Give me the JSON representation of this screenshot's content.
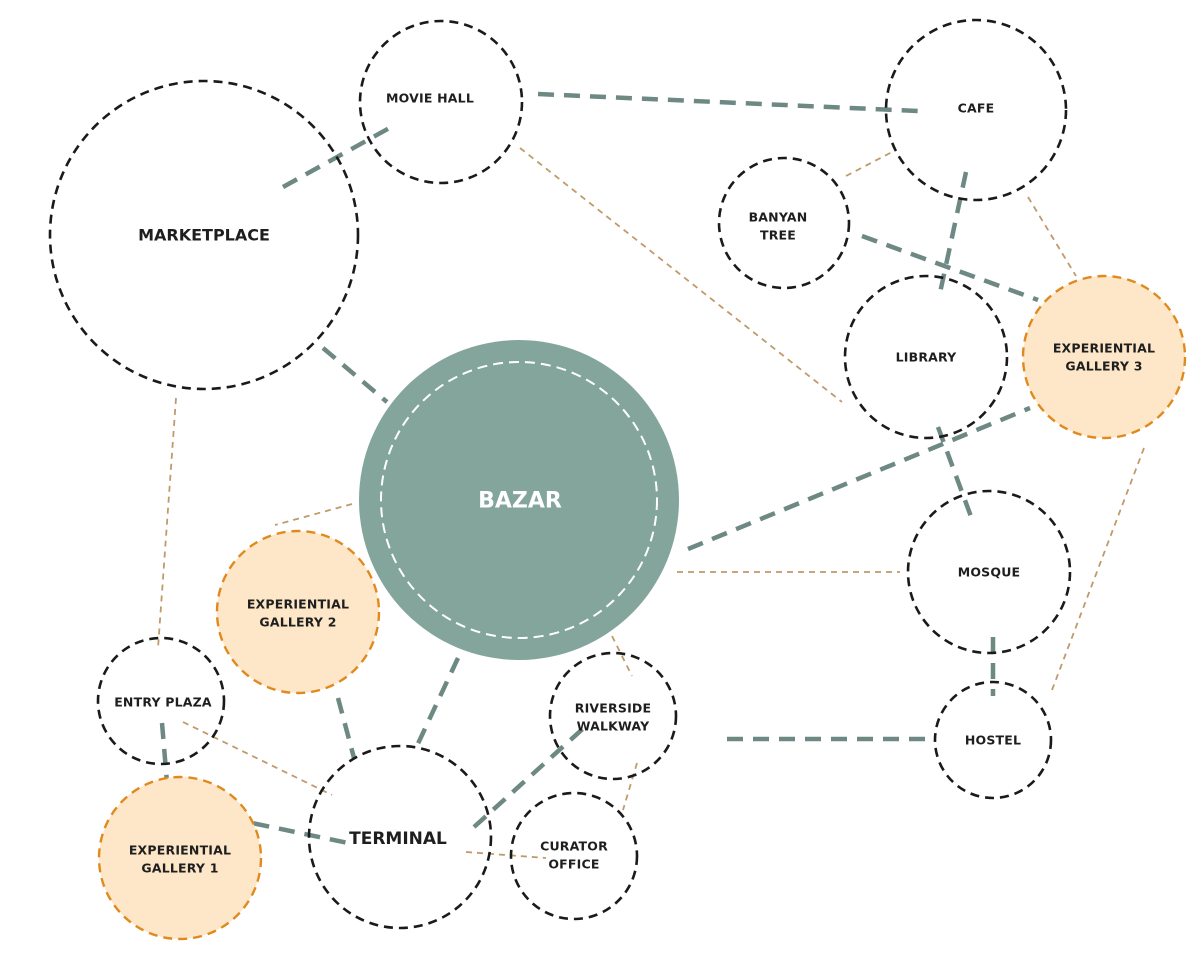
{
  "title": "Bubble diagram",
  "colors": {
    "node_stroke": "#1a1a1a",
    "gallery_fill": "#fde7c8",
    "gallery_stroke": "#e08a1e",
    "hub_fill": "#83a59c",
    "hub_inner_stroke": "#ffffff",
    "strong_link": "#6e8984",
    "weak_link": "#c09a6b"
  },
  "nodes": {
    "bazar": {
      "label": "BAZAR",
      "type": "hub"
    },
    "marketplace": {
      "label": "MARKETPLACE",
      "type": "space"
    },
    "movie_hall": {
      "label": "MOVIE HALL",
      "type": "space"
    },
    "cafe": {
      "label": "CAFE",
      "type": "space"
    },
    "banyan_tree": {
      "label_line1": "BANYAN",
      "label_line2": "TREE",
      "type": "space"
    },
    "library": {
      "label": "LIBRARY",
      "type": "space"
    },
    "gallery3": {
      "label_line1": "EXPERIENTIAL",
      "label_line2": "GALLERY 3",
      "type": "gallery"
    },
    "mosque": {
      "label": "MOSQUE",
      "type": "space"
    },
    "hostel": {
      "label": "HOSTEL",
      "type": "space"
    },
    "riverside": {
      "label_line1": "RIVERSIDE",
      "label_line2": "WALKWAY",
      "type": "space"
    },
    "curator": {
      "label_line1": "CURATOR",
      "label_line2": "OFFICE",
      "type": "space"
    },
    "terminal": {
      "label": "TERMINAL",
      "type": "space"
    },
    "gallery2": {
      "label_line1": "EXPERIENTIAL",
      "label_line2": "GALLERY 2",
      "type": "gallery"
    },
    "gallery1": {
      "label_line1": "EXPERIENTIAL",
      "label_line2": "GALLERY 1",
      "type": "gallery"
    },
    "entry_plaza": {
      "label": "ENTRY PLAZA",
      "type": "space"
    }
  },
  "links": {
    "strong": [
      [
        "marketplace",
        "movie_hall"
      ],
      [
        "movie_hall",
        "cafe"
      ],
      [
        "marketplace",
        "bazar"
      ],
      [
        "cafe",
        "library"
      ],
      [
        "banyan_tree",
        "gallery3"
      ],
      [
        "bazar",
        "gallery3"
      ],
      [
        "library",
        "mosque"
      ],
      [
        "mosque",
        "hostel"
      ],
      [
        "riverside",
        "hostel"
      ],
      [
        "bazar",
        "terminal"
      ],
      [
        "gallery2",
        "terminal"
      ],
      [
        "terminal",
        "riverside"
      ],
      [
        "entry_plaza",
        "gallery1"
      ],
      [
        "gallery1",
        "terminal"
      ]
    ],
    "weak": [
      [
        "movie_hall",
        "library"
      ],
      [
        "banyan_tree",
        "cafe"
      ],
      [
        "cafe",
        "gallery3"
      ],
      [
        "gallery3",
        "hostel"
      ],
      [
        "bazar",
        "mosque"
      ],
      [
        "marketplace",
        "entry_plaza"
      ],
      [
        "bazar",
        "gallery2"
      ],
      [
        "bazar",
        "riverside"
      ],
      [
        "riverside",
        "curator"
      ],
      [
        "entry_plaza",
        "terminal"
      ],
      [
        "terminal",
        "curator"
      ]
    ]
  }
}
